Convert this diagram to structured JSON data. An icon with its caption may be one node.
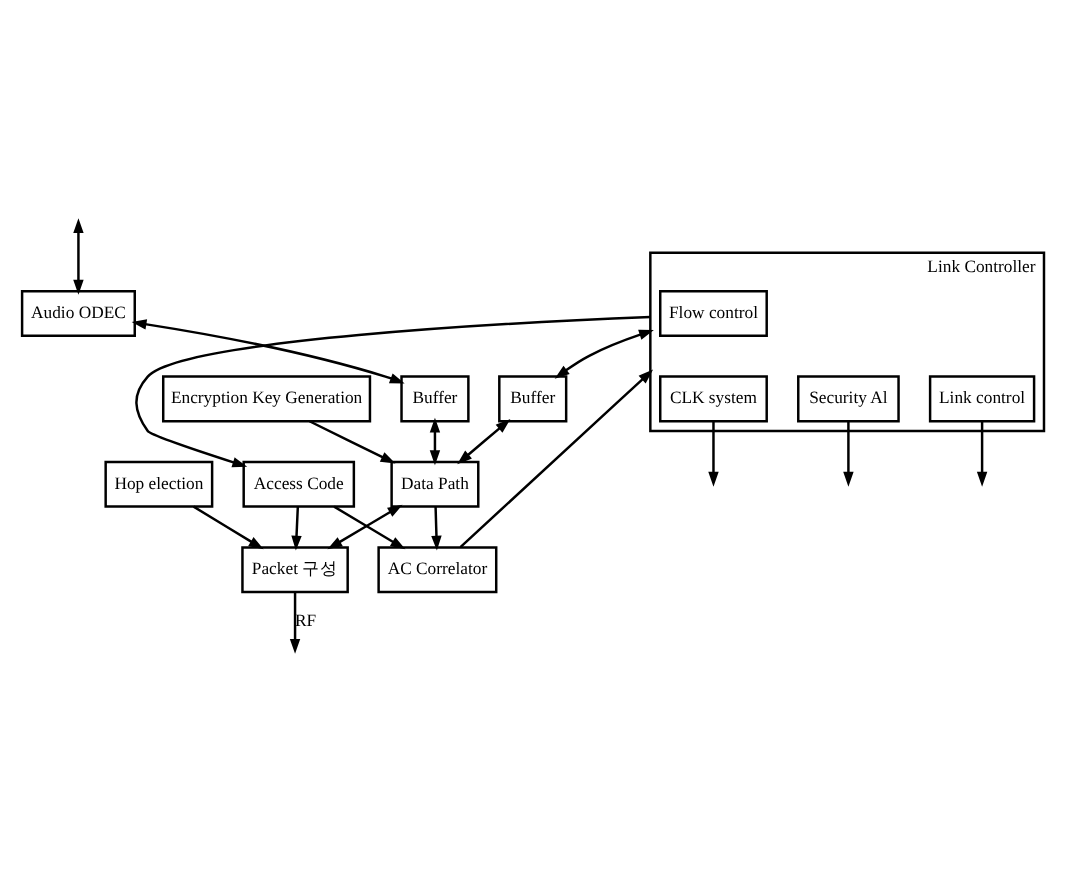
{
  "diagram": {
    "nodes": [
      {
        "text": [
          "Link Controller"
        ]
      },
      {
        "text": [
          "Flow control"
        ],
        "in": 0
      },
      {
        "text": [
          "Security Al"
        ],
        "in": 0
      },
      {
        "text": [
          "Link control"
        ],
        "in": 0
      },
      {
        "text": [
          "CLK system"
        ],
        "in": 0
      },
      {
        "text": [
          "Access Code"
        ]
      },
      {
        "text": [
          "AC Correlator"
        ]
      },
      {
        "text": [
          "Buffer"
        ]
      },
      {
        "text": [
          "Data Path"
        ]
      },
      {
        "text": [
          "Audio ODEC"
        ]
      },
      {
        "text": [
          "Buffer"
        ]
      },
      {
        "text": [
          "Packet 구성"
        ]
      },
      {
        "text": [
          "Encryption Key Generation"
        ]
      },
      {
        "text": [
          "Hop election"
        ]
      }
    ],
    "edges": [
      {
        "from": 0,
        "to": 7,
        "arrow": "both"
      },
      {
        "from": 0,
        "to": 5,
        "arrow": "to"
      },
      {
        "from": 6,
        "to": 0,
        "arrow": "to"
      },
      {
        "from": 2,
        "to": null,
        "arrow": "to"
      },
      {
        "from": 3,
        "to": null,
        "arrow": "to"
      },
      {
        "from": 4,
        "to": null,
        "arrow": "to"
      },
      {
        "from": 5,
        "to": 6,
        "arrow": "to"
      },
      {
        "from": 5,
        "to": 11,
        "arrow": "to"
      },
      {
        "from": 7,
        "to": 8,
        "arrow": "both"
      },
      {
        "from": null,
        "to": 9,
        "arrow": "both"
      },
      {
        "from": 9,
        "to": 10,
        "arrow": "both"
      },
      {
        "from": 10,
        "to": 8,
        "arrow": "both"
      },
      {
        "from": 8,
        "to": 6,
        "arrow": "to"
      },
      {
        "from": 8,
        "to": 11,
        "arrow": "both"
      },
      {
        "from": 12,
        "to": 8,
        "arrow": "to"
      },
      {
        "from": 13,
        "to": 11,
        "arrow": "to"
      },
      {
        "from": 11,
        "to": null,
        "arrow": "to",
        "label": "RF"
      }
    ]
  }
}
